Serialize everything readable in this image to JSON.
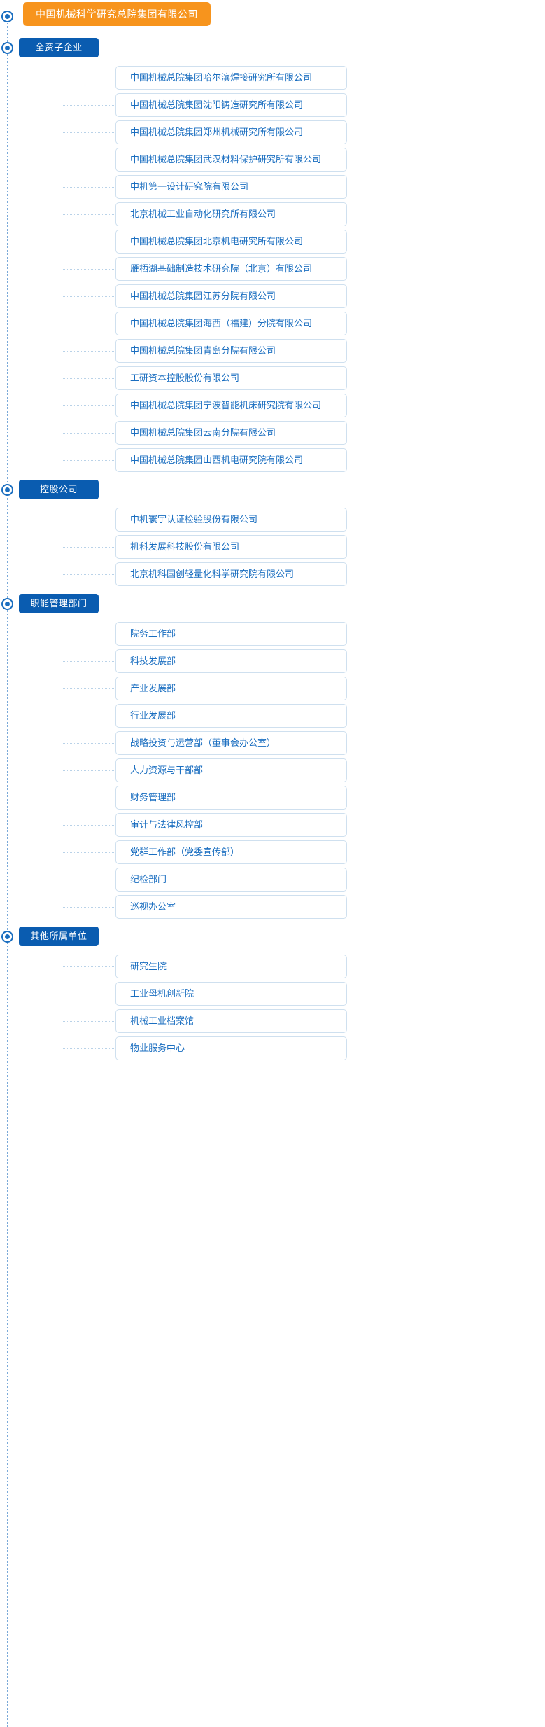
{
  "root": {
    "label": "中国机械科学研究总院集团有限公司",
    "color": "#f7941d"
  },
  "theme": {
    "category_color": "#0a5cb0",
    "item_text_color": "#1a6ec0",
    "item_border_color": "#cfe0ef",
    "line_color": "#b9d2e8",
    "node_color": "#1a6ec0"
  },
  "categories": [
    {
      "label": "全资子企业",
      "items": [
        {
          "label": "中国机械总院集团哈尔滨焊接研究所有限公司"
        },
        {
          "label": "中国机械总院集团沈阳铸造研究所有限公司"
        },
        {
          "label": "中国机械总院集团郑州机械研究所有限公司"
        },
        {
          "label": "中国机械总院集团武汉材料保护研究所有限公司"
        },
        {
          "label": "中机第一设计研究院有限公司"
        },
        {
          "label": "北京机械工业自动化研究所有限公司"
        },
        {
          "label": "中国机械总院集团北京机电研究所有限公司"
        },
        {
          "label": "雁栖湖基础制造技术研究院（北京）有限公司"
        },
        {
          "label": "中国机械总院集团江苏分院有限公司"
        },
        {
          "label": "中国机械总院集团海西（福建）分院有限公司"
        },
        {
          "label": "中国机械总院集团青岛分院有限公司"
        },
        {
          "label": "工研资本控股股份有限公司"
        },
        {
          "label": "中国机械总院集团宁波智能机床研究院有限公司"
        },
        {
          "label": "中国机械总院集团云南分院有限公司"
        },
        {
          "label": "中国机械总院集团山西机电研究院有限公司"
        }
      ]
    },
    {
      "label": "控股公司",
      "items": [
        {
          "label": "中机寰宇认证检验股份有限公司"
        },
        {
          "label": "机科发展科技股份有限公司"
        },
        {
          "label": "北京机科国创轻量化科学研究院有限公司"
        }
      ]
    },
    {
      "label": "职能管理部门",
      "items": [
        {
          "label": "院务工作部"
        },
        {
          "label": "科技发展部"
        },
        {
          "label": "产业发展部"
        },
        {
          "label": "行业发展部"
        },
        {
          "label": "战略投资与运营部（董事会办公室）"
        },
        {
          "label": "人力资源与干部部"
        },
        {
          "label": "财务管理部"
        },
        {
          "label": "审计与法律风控部"
        },
        {
          "label": "党群工作部（党委宣传部）"
        },
        {
          "label": "纪检部门"
        },
        {
          "label": "巡视办公室"
        }
      ]
    },
    {
      "label": "其他所属单位",
      "items": [
        {
          "label": "研究生院"
        },
        {
          "label": "工业母机创新院"
        },
        {
          "label": "机械工业档案馆"
        },
        {
          "label": "物业服务中心"
        }
      ]
    }
  ]
}
